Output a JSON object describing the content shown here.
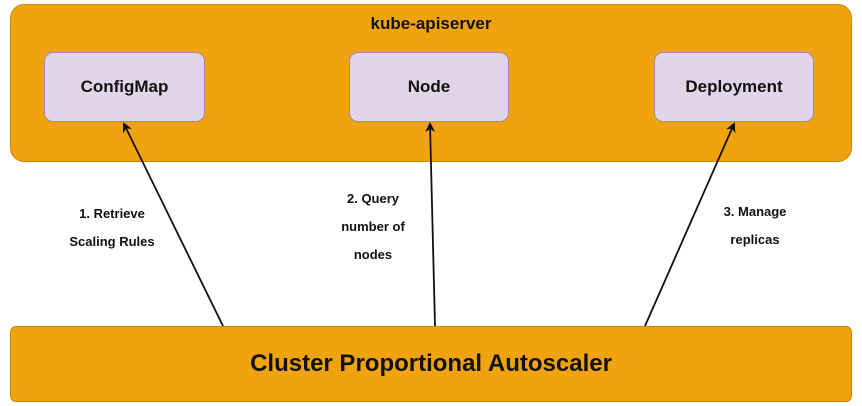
{
  "apiserver": {
    "title": "kube-apiserver",
    "resources": [
      {
        "label": "ConfigMap"
      },
      {
        "label": "Node"
      },
      {
        "label": "Deployment"
      }
    ]
  },
  "autoscaler": {
    "title": "Cluster Proportional Autoscaler"
  },
  "edges": [
    {
      "from": "autoscaler",
      "to": "ConfigMap",
      "label_lines": [
        "1. Retrieve",
        "Scaling Rules"
      ]
    },
    {
      "from": "autoscaler",
      "to": "Node",
      "label_lines": [
        "2. Query",
        "number of",
        "nodes"
      ]
    },
    {
      "from": "autoscaler",
      "to": "Deployment",
      "label_lines": [
        "3. Manage",
        "replicas"
      ]
    }
  ],
  "colors": {
    "container_fill": "#f0a30f",
    "resource_fill": "#e1d5e7",
    "arrow": "#111111"
  }
}
